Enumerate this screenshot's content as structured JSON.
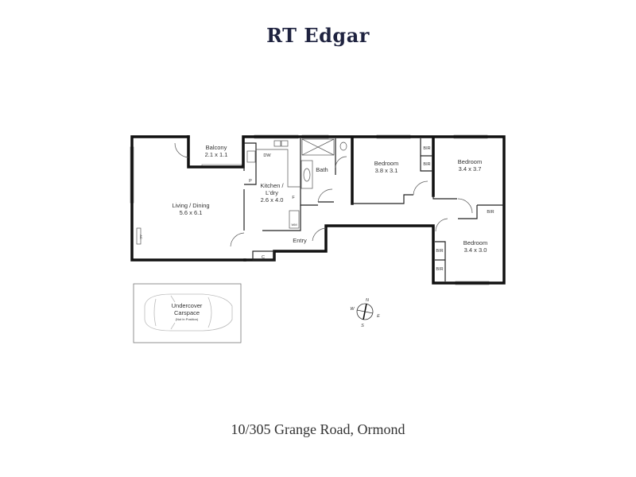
{
  "brand": "RT Edgar",
  "address": "10/305 Grange Road, Ormond",
  "rooms": {
    "balcony": {
      "name": "Balcony",
      "size": "2.1 x 1.1"
    },
    "living": {
      "name": "Living / Dining",
      "size": "5.6 x 6.1"
    },
    "kitchen": {
      "name1": "Kitchen /",
      "name2": "L'dry",
      "size": "2.6 x 4.0"
    },
    "bath": {
      "name": "Bath"
    },
    "bedroom1": {
      "name": "Bedroom",
      "size": "3.8 x 3.1"
    },
    "bedroom2": {
      "name": "Bedroom",
      "size": "3.4 x 3.7"
    },
    "bedroom3": {
      "name": "Bedroom",
      "size": "3.4 x 3.0"
    },
    "entry": {
      "name": "Entry"
    }
  },
  "fixtures": {
    "dw": "DW",
    "pantry": "P",
    "fridge": "F",
    "wm": "WM",
    "cupboard": "C",
    "ac": "AC",
    "bir": "BIR"
  },
  "carspace": {
    "line1": "Undercover",
    "line2": "Carspace",
    "line3": "(Not In Position)"
  },
  "compass": {
    "n": "N",
    "e": "E",
    "s": "S",
    "w": "W"
  }
}
